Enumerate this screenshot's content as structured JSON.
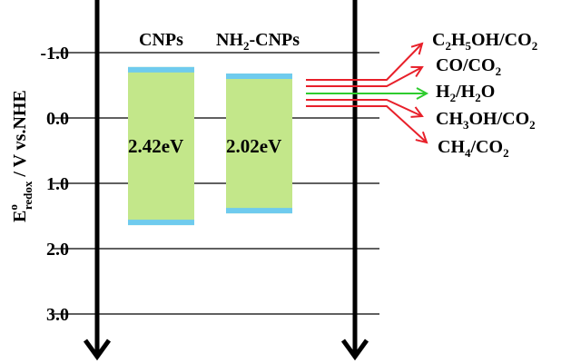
{
  "axis": {
    "ylabel_main": "E",
    "ylabel_sup": "o",
    "ylabel_sub": "redox",
    "ylabel_tail": " / V vs.NHE",
    "ticks": [
      "-1.0",
      "0.0",
      "1.0",
      "2.0",
      "3.0"
    ],
    "tick_values": [
      -1.0,
      0.0,
      1.0,
      2.0,
      3.0
    ]
  },
  "materials": [
    {
      "label": "CNPs",
      "cb": -0.78,
      "vb": 1.64,
      "gap_label": "2.42eV"
    },
    {
      "label_pre": "NH",
      "label_sub": "2",
      "label_post": "-CNPs",
      "cb": -0.68,
      "vb": 1.46,
      "gap_label": "2.02eV"
    }
  ],
  "couples": [
    {
      "parts": [
        [
          "C",
          ""
        ],
        [
          "2",
          "sub"
        ],
        [
          "H",
          ""
        ],
        [
          "5",
          "sub"
        ],
        [
          "OH/CO",
          ""
        ],
        [
          "2",
          "sub"
        ]
      ],
      "arrow_color": "#e8202a"
    },
    {
      "parts": [
        [
          "CO/CO",
          ""
        ],
        [
          "2",
          "sub"
        ]
      ],
      "arrow_color": "#e8202a"
    },
    {
      "parts": [
        [
          "H",
          ""
        ],
        [
          "2",
          "sub"
        ],
        [
          "/H",
          ""
        ],
        [
          "2",
          "sub"
        ],
        [
          "O",
          ""
        ]
      ],
      "arrow_color": "#2ecc2e"
    },
    {
      "parts": [
        [
          "CH",
          ""
        ],
        [
          "3",
          "sub"
        ],
        [
          "OH/CO",
          ""
        ],
        [
          "2",
          "sub"
        ]
      ],
      "arrow_color": "#e8202a"
    },
    {
      "parts": [
        [
          "CH",
          ""
        ],
        [
          "4",
          "sub"
        ],
        [
          "/CO",
          ""
        ],
        [
          "2",
          "sub"
        ]
      ],
      "arrow_color": "#e8202a"
    }
  ],
  "colors": {
    "band_fill": "#c3e78a",
    "band_edge": "#6fcbee",
    "red_arrow": "#e8202a",
    "green_arrow": "#2ecc2e",
    "axis": "#000000"
  }
}
